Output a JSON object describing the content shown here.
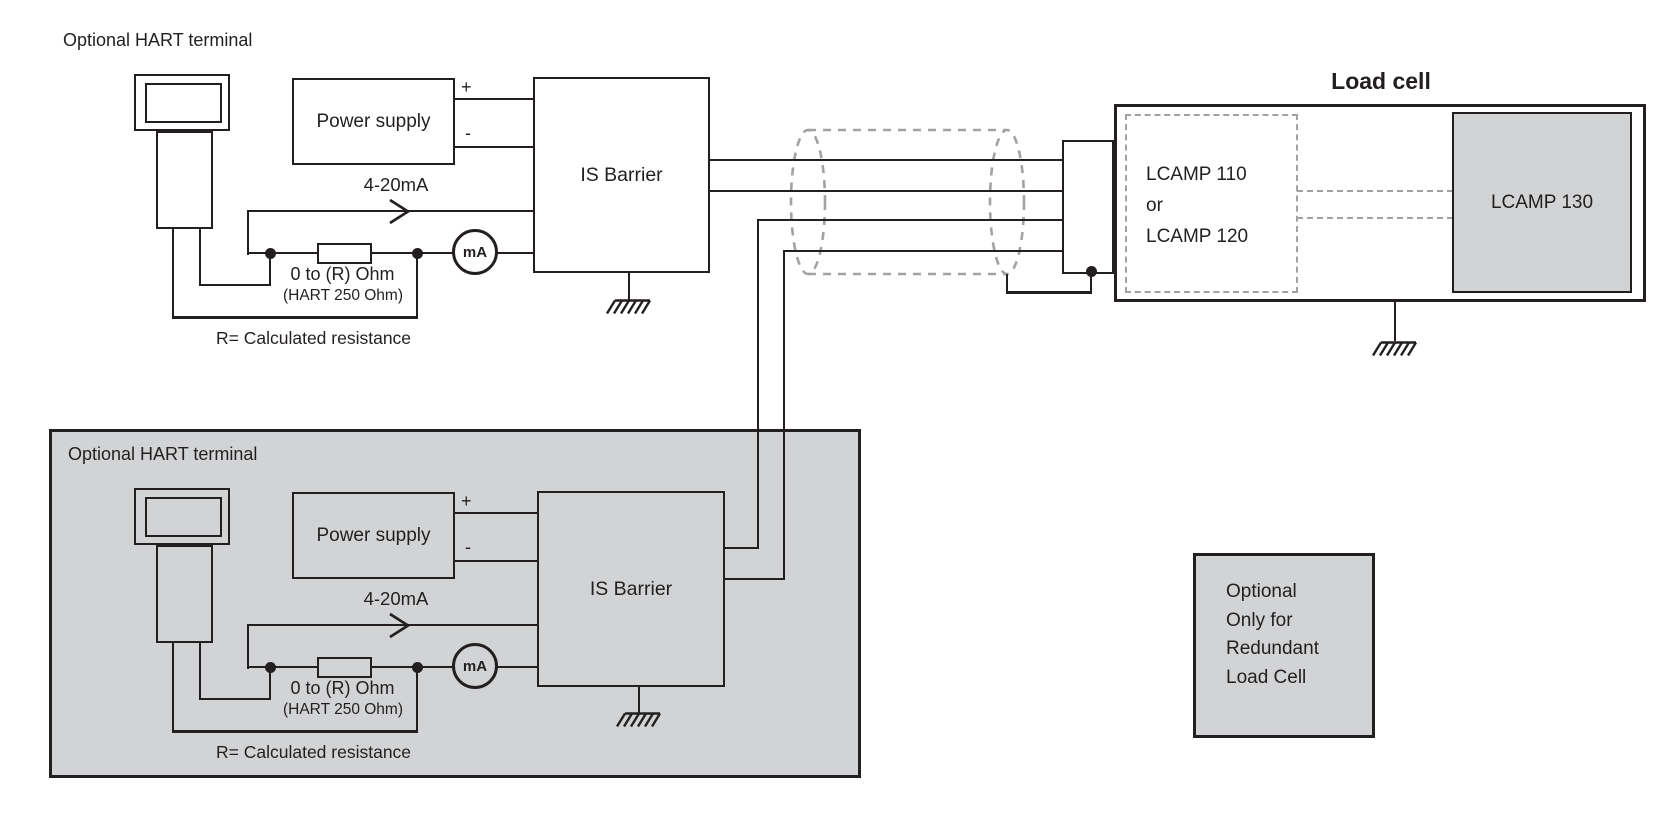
{
  "colors": {
    "line": "#231f20",
    "section_fill": "#d1d3d4",
    "shield_dash": "#a0a2a6",
    "background": "#ffffff"
  },
  "top_section": {
    "label": "Optional HART terminal",
    "power_supply": "Power supply",
    "plus": "+",
    "minus": "-",
    "is_barrier": "IS Barrier",
    "loop_current": "4-20mA",
    "meter": "mA",
    "resistor_label": "0 to (R) Ohm",
    "resistor_note": "(HART 250 Ohm)",
    "resistance_note": "R= Calculated resistance"
  },
  "bottom_section": {
    "label": "Optional HART terminal",
    "power_supply": "Power supply",
    "plus": "+",
    "minus": "-",
    "is_barrier": "IS Barrier",
    "loop_current": "4-20mA",
    "meter": "mA",
    "resistor_label": "0 to (R) Ohm",
    "resistor_note": "(HART 250 Ohm)",
    "resistance_note": "R= Calculated resistance"
  },
  "load_cell": {
    "title": "Load cell",
    "amplifier": {
      "line1": "LCAMP 110",
      "line2": "or",
      "line3": "LCAMP 120"
    },
    "module": "LCAMP 130"
  },
  "legend": {
    "line1": "Optional",
    "line2": "Only for",
    "line3": "Redundant",
    "line4": "Load Cell"
  }
}
